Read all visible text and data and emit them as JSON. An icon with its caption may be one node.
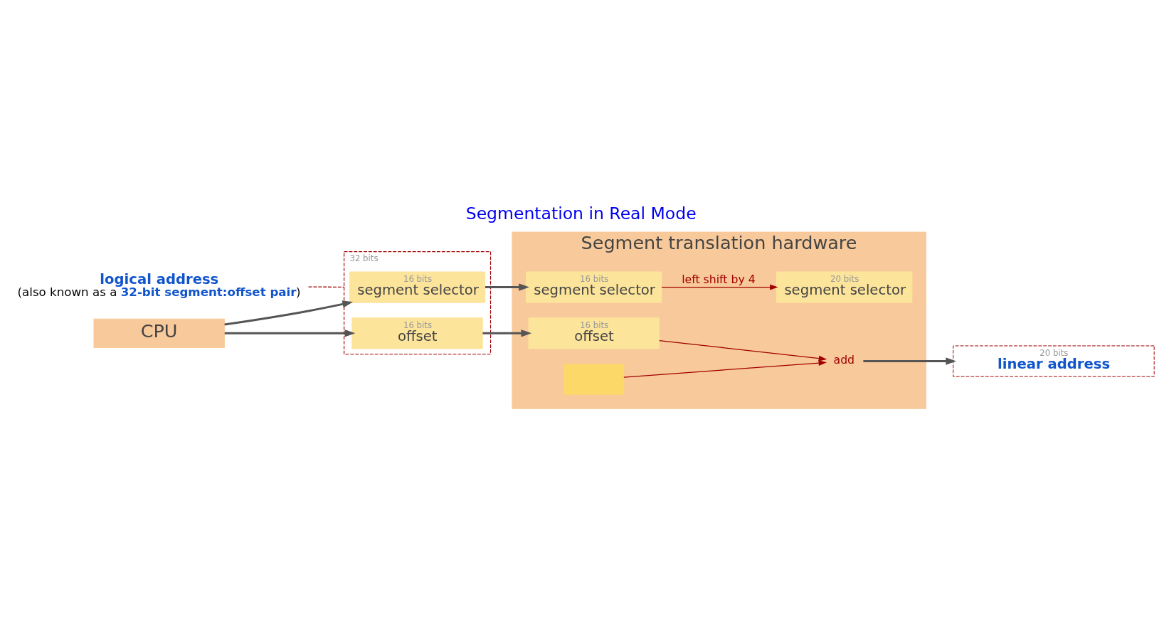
{
  "diagram": {
    "title": "Segmentation in Real Mode",
    "nodes": [
      {
        "text": [
          "CPU"
        ]
      },
      {
        "text": [
          "32 bits"
        ]
      },
      {
        "text": [
          "16 bits",
          "segment selector"
        ],
        "in": 1
      },
      {
        "text": [
          "16 bits",
          "offset"
        ],
        "in": 1
      },
      {
        "text": [
          "logical address",
          "(also known as a **32-bit segment:offset pair**)"
        ]
      },
      {
        "text": [
          "Segment translation hardware"
        ]
      },
      {
        "text": [
          "16 bits",
          "segment selector"
        ],
        "in": 5
      },
      {
        "text": [
          "20 bits",
          "segment selector"
        ],
        "in": 5
      },
      {
        "text": [],
        "shape": "box",
        "in": 5
      },
      {
        "text": [
          "16 bits",
          "offset"
        ],
        "in": 5
      },
      {
        "text": [
          "add"
        ],
        "in": 5
      },
      {
        "text": [
          "20 bits",
          "linear address"
        ]
      }
    ],
    "edges": [
      {
        "from": 0,
        "to": 2,
        "arrow": "to"
      },
      {
        "from": 0,
        "to": 3,
        "arrow": "to"
      },
      {
        "from": 2,
        "to": 6,
        "arrow": "to"
      },
      {
        "from": 3,
        "to": 9,
        "arrow": "to"
      },
      {
        "from": 6,
        "to": 7,
        "arrow": "to",
        "label": "left shift by 4",
        "color": "#a00000"
      },
      {
        "from": 8,
        "to": 10,
        "arrow": "to",
        "color": "#a00000"
      },
      {
        "from": 9,
        "to": 10,
        "arrow": "to",
        "color": "#a00000"
      },
      {
        "from": 10,
        "to": 11,
        "arrow": "to"
      },
      {
        "from": 4,
        "to": 1,
        "arrow": "none",
        "style": "dashed",
        "color": "#a00000"
      }
    ]
  }
}
